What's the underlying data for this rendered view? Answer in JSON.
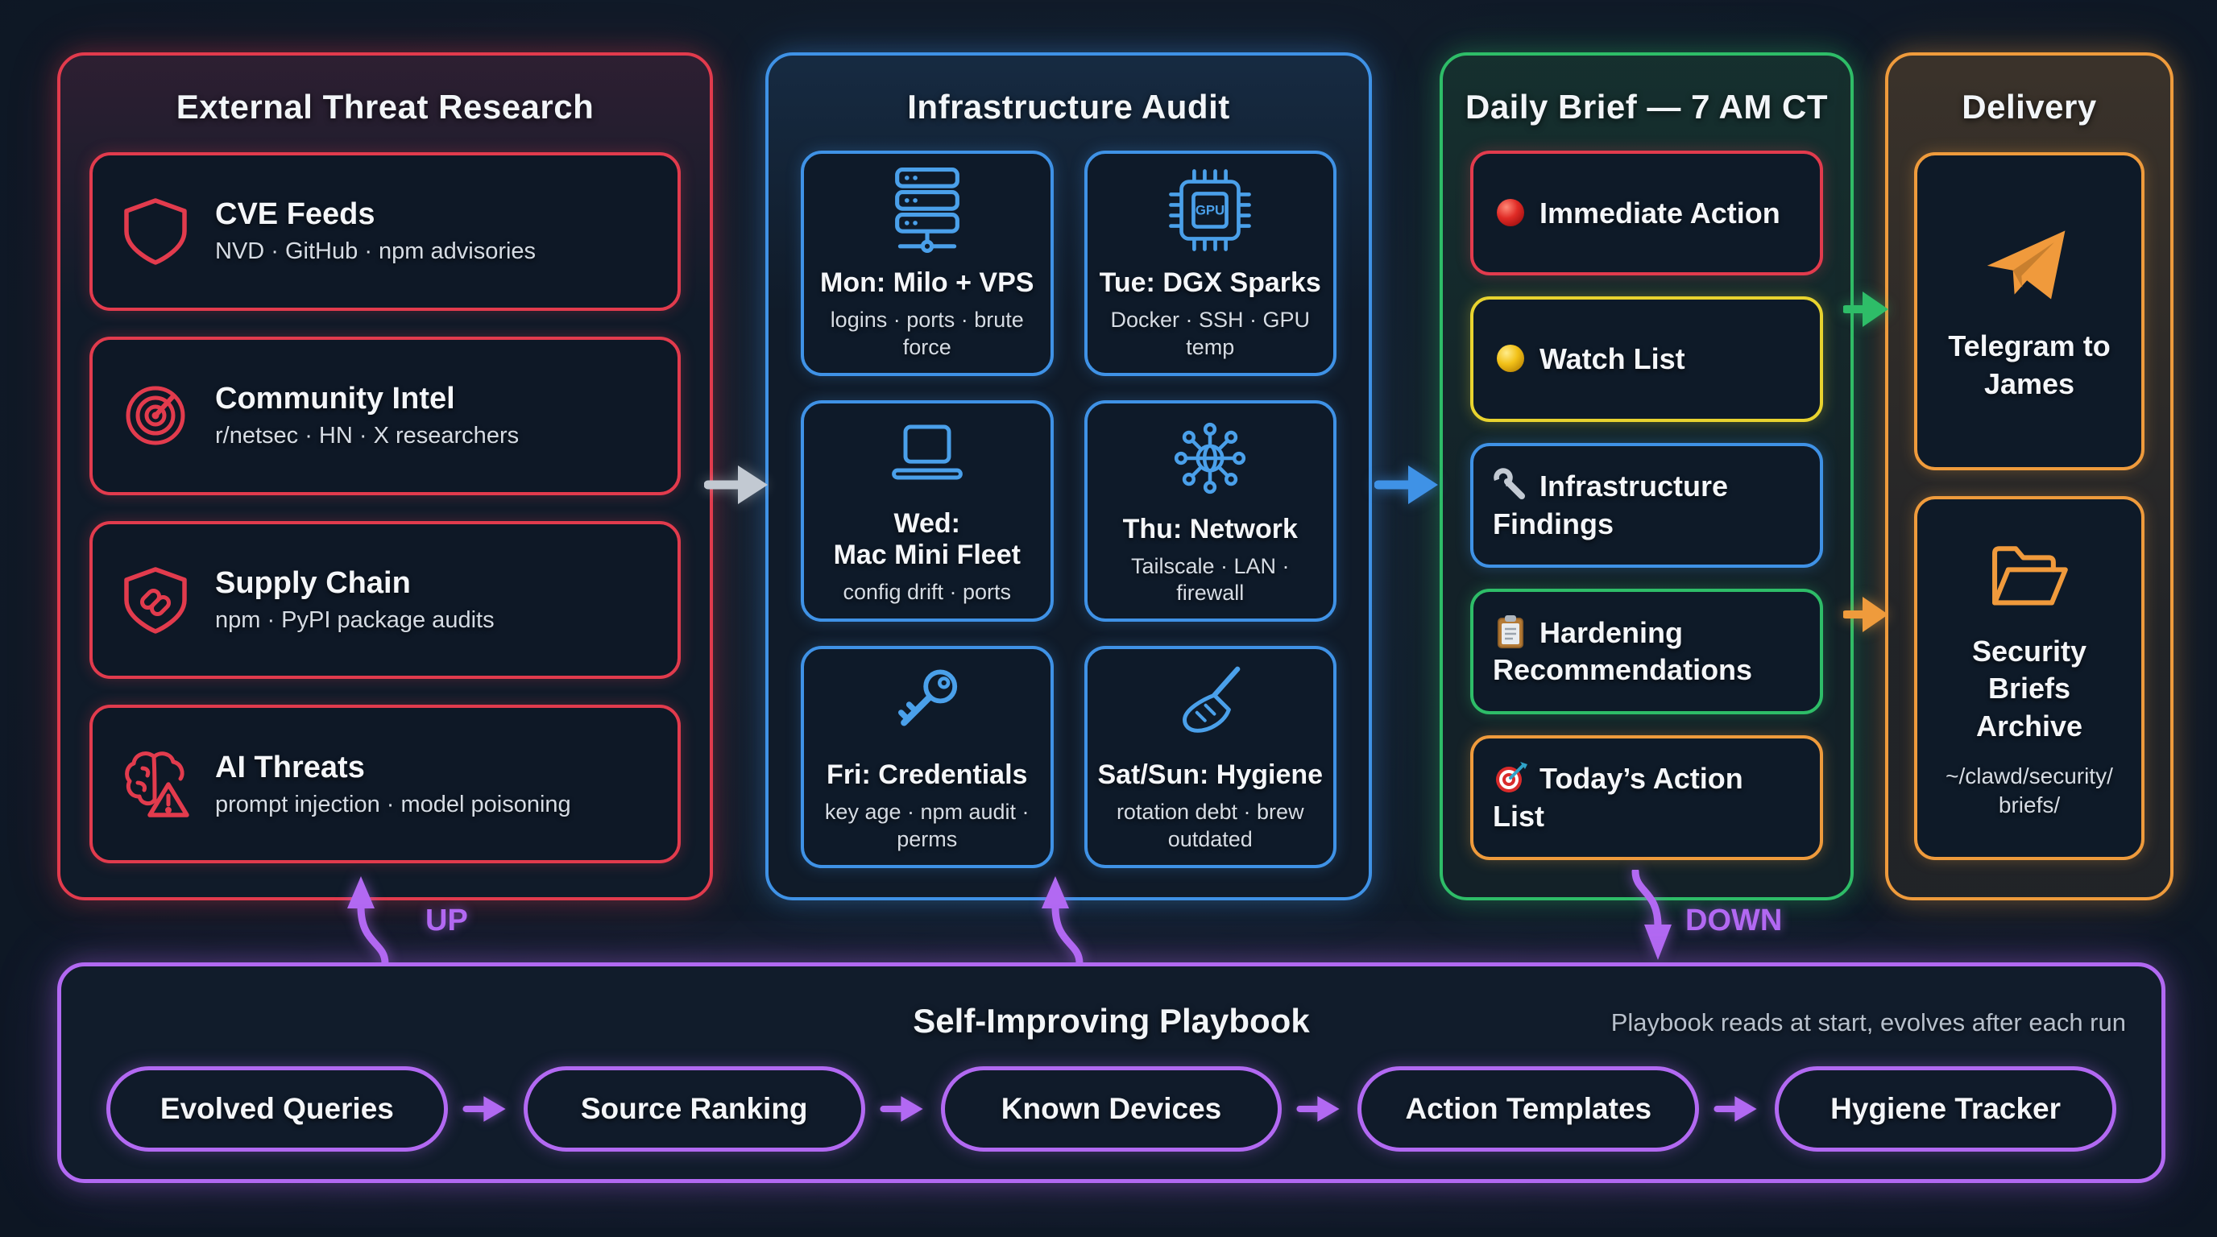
{
  "columns": {
    "threat": {
      "title": "External Threat Research",
      "items": [
        {
          "title": "CVE Feeds",
          "subtitle": "NVD · GitHub · npm advisories",
          "icon": "shield-icon"
        },
        {
          "title": "Community Intel",
          "subtitle": "r/netsec · HN · X researchers",
          "icon": "radar-icon"
        },
        {
          "title": "Supply Chain",
          "subtitle": "npm · PyPI package audits",
          "icon": "shield-chain-icon"
        },
        {
          "title": "AI Threats",
          "subtitle": "prompt injection · model poisoning",
          "icon": "brain-alert-icon"
        }
      ]
    },
    "audit": {
      "title": "Infrastructure Audit",
      "items": [
        {
          "title": "Mon: Milo + VPS",
          "subtitle": "logins · ports · brute force",
          "icon": "server-icon"
        },
        {
          "title": "Tue: DGX Sparks",
          "subtitle": "Docker · SSH · GPU temp",
          "icon": "gpu-chip-icon",
          "icon_text": "GPU"
        },
        {
          "title": "Wed:\nMac Mini Fleet",
          "subtitle": "config drift · ports",
          "icon": "laptop-icon"
        },
        {
          "title": "Thu: Network",
          "subtitle": "Tailscale · LAN · firewall",
          "icon": "network-icon"
        },
        {
          "title": "Fri: Credentials",
          "subtitle": "key age · npm audit · perms",
          "icon": "key-icon"
        },
        {
          "title": "Sat/Sun: Hygiene",
          "subtitle": "rotation debt · brew outdated",
          "icon": "broom-icon"
        }
      ]
    },
    "brief": {
      "title": "Daily Brief — 7 AM CT",
      "items": [
        {
          "label": "Immediate Action",
          "icon": "red-dot-icon",
          "accent": "#e23b4d"
        },
        {
          "label": "Watch List",
          "icon": "yellow-dot-icon",
          "accent": "#e8d32f"
        },
        {
          "label": "Infrastructure Findings",
          "icon": "wrench-icon",
          "accent": "#3f92e6"
        },
        {
          "label": "Hardening Recommendations",
          "icon": "clipboard-icon",
          "accent": "#2ebd68"
        },
        {
          "label": "Today’s Action List",
          "icon": "target-icon",
          "accent": "#ef9b3c"
        }
      ]
    },
    "delivery": {
      "title": "Delivery",
      "items": [
        {
          "title": "Telegram to\nJames",
          "icon": "telegram-icon"
        },
        {
          "title": "Security\nBriefs\nArchive",
          "subtitle": "~/clawd/security/\nbriefs/",
          "icon": "folder-icon"
        }
      ]
    }
  },
  "playbook": {
    "title": "Self-Improving Playbook",
    "note": "Playbook reads at start, evolves after each run",
    "pills": [
      "Evolved Queries",
      "Source Ranking",
      "Known Devices",
      "Action Templates",
      "Hygiene Tracker"
    ]
  },
  "arrows": {
    "up_label": "UP",
    "down_label": "DOWN"
  },
  "colors": {
    "background": "#101a28",
    "red": "#e23b4d",
    "blue": "#3f92e6",
    "green": "#2ebd68",
    "yellow": "#e8d32f",
    "orange": "#ef9b3c",
    "purple": "#b269f2",
    "gray_arrow": "#c2c9d2"
  }
}
